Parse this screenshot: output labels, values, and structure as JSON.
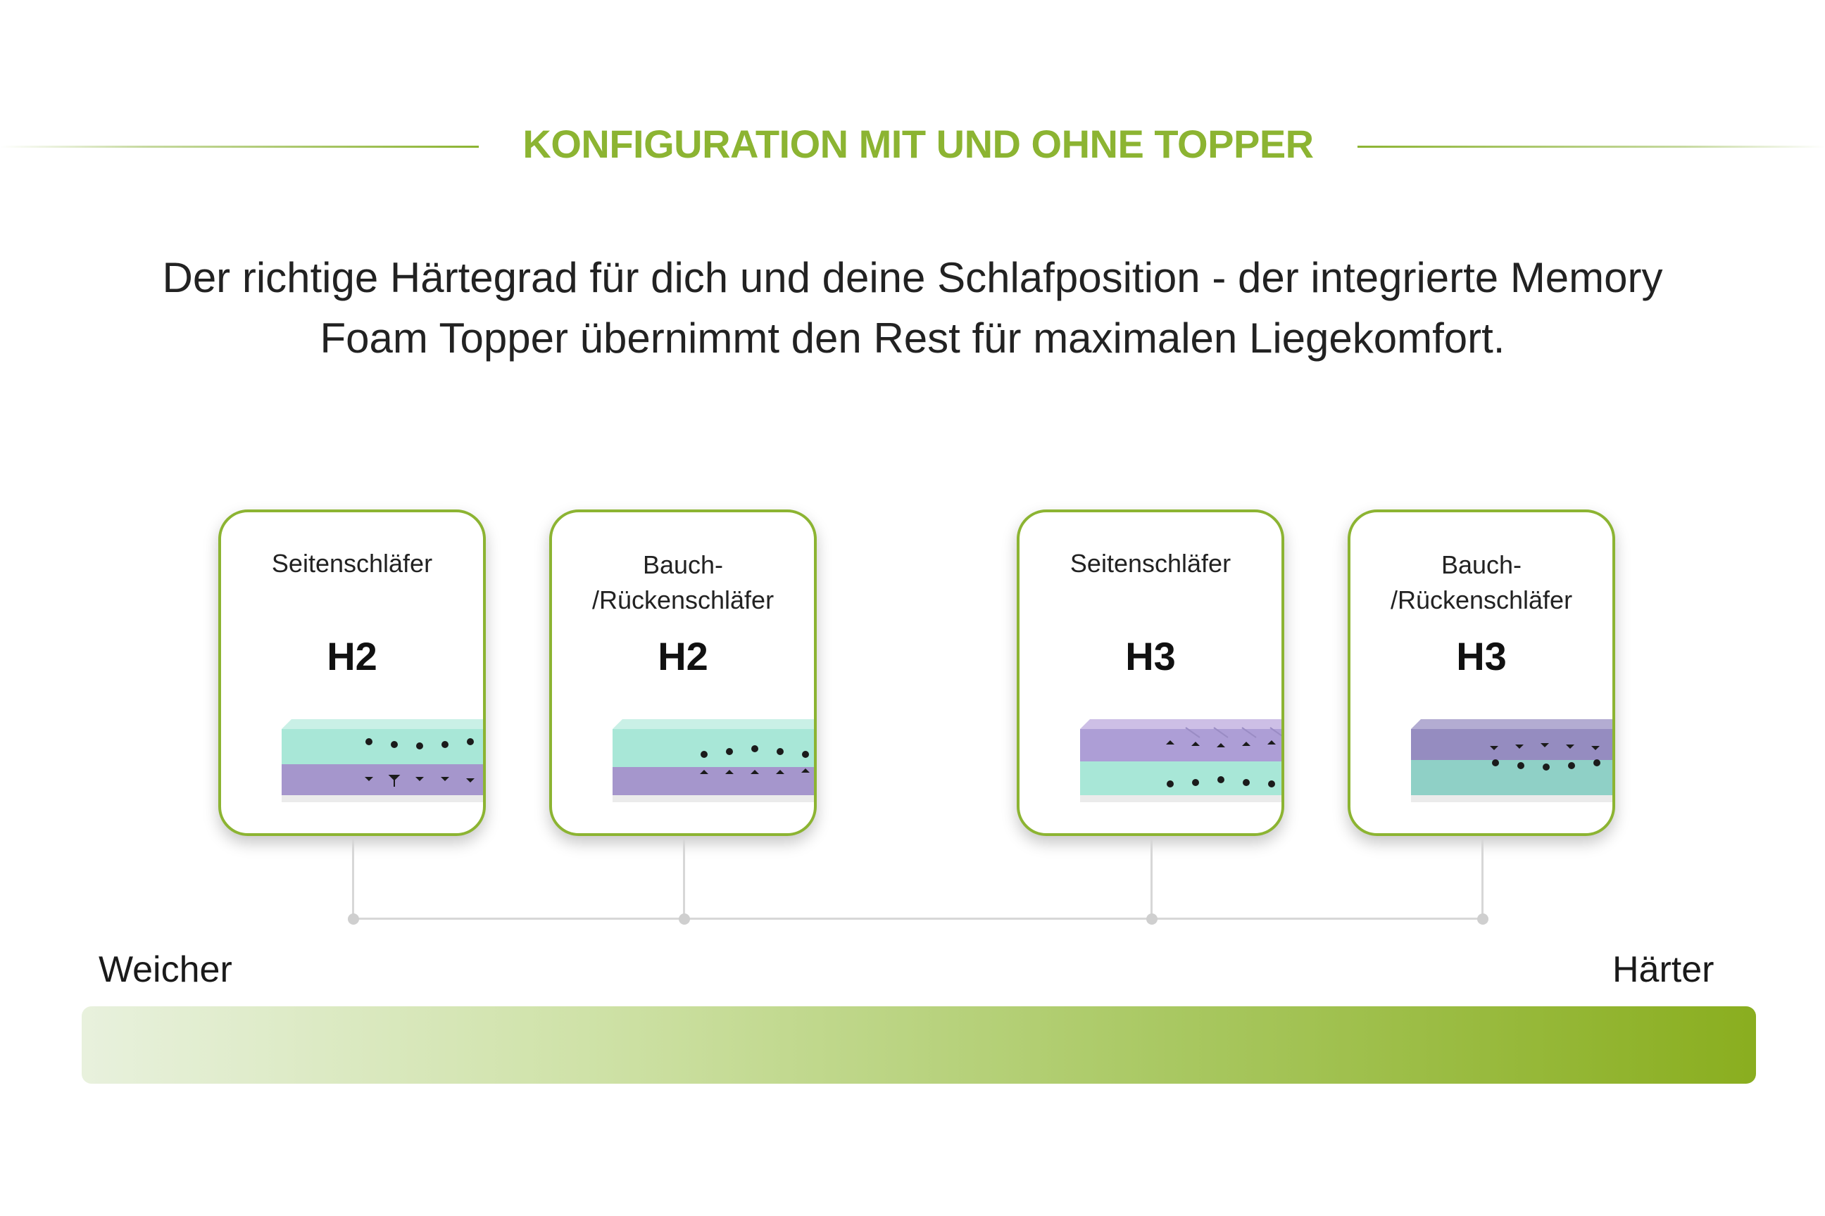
{
  "section": {
    "title": "KONFIGURATION MIT UND OHNE TOPPER"
  },
  "intro": {
    "line1": "Der richtige Härtegrad für dich und deine Schlafposition - der integrierte Memory",
    "line2": "Foam Topper übernimmt den Rest für maximalen Liegekomfort."
  },
  "cards": [
    {
      "label": "Seitenschläfer",
      "grade": "H2"
    },
    {
      "label_line1": "Bauch-",
      "label_line2": "/Rückenschläfer",
      "grade": "H2"
    },
    {
      "label": "Seitenschläfer",
      "grade": "H3"
    },
    {
      "label_line1": "Bauch-",
      "label_line2": "/Rückenschläfer",
      "grade": "H3"
    }
  ],
  "scale": {
    "softer": "Weicher",
    "harder": "Härter"
  },
  "colors": {
    "accent": "#8cb432",
    "mint": "#a6e6d6",
    "lavender": "#a99bd0"
  }
}
